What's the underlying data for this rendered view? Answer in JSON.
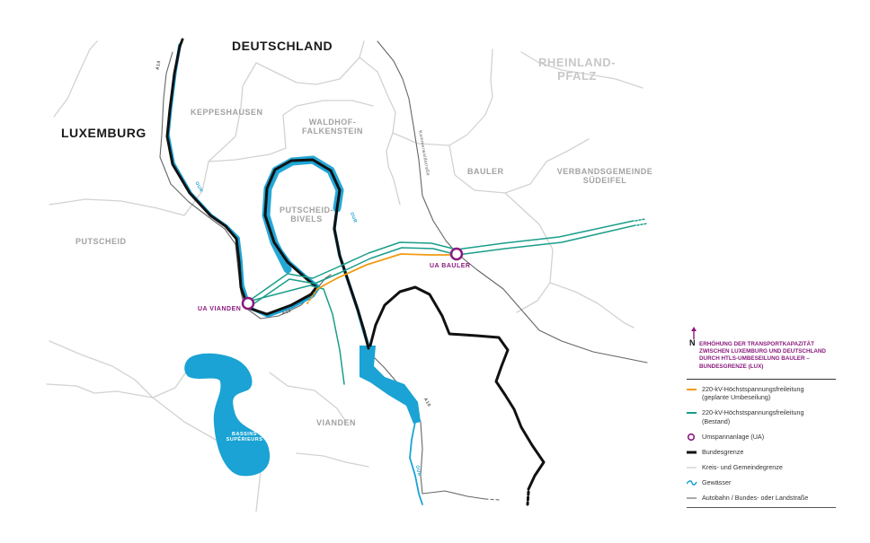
{
  "labels": {
    "deutschland": "DEUTSCHLAND",
    "luxemburg": "LUXEMBURG",
    "rheinland_pfalz": "RHEINLAND-\nPFALZ",
    "keppeshausen": "KEPPESHAUSEN",
    "waldhof": "WALDHOF-\nFALKENSTEIN",
    "bauler": "BAULER",
    "vg_suedeifel": "VERBANDSGEMEINDE\nSÜDEIFEL",
    "putscheid": "PUTSCHEID",
    "putscheid_bivels": "PUTSCHEID-\nBIVELS",
    "vianden": "VIANDEN",
    "ua_vianden": "UA VIANDEN",
    "ua_bauler": "UA BAULER",
    "bassins": "BASSINS\nSUPÉRIEURS",
    "our_1": "OUR",
    "our_2": "OUR",
    "our_3": "OUR",
    "a10_1": "A10",
    "a10_2": "A10",
    "a10_3": "A10",
    "kammerwaldstrasse": "Kammerwaldstraße"
  },
  "legend": {
    "north": "N",
    "title": "ERHÖHUNG DER TRANSPORTKAPAZITÄT ZWISCHEN LUXEMBURG UND DEUTSCHLAND DURCH HTLS-UMBESEILUNG BAULER – BUNDESGRENZE (LUX)",
    "items": [
      {
        "text": "220-kV-Höchstspannungsfreileitung\n(geplante Umbeseilung)",
        "symbol": "orange-line"
      },
      {
        "text": "220-kV-Höchstspannungsfreileitung\n(Bestand)",
        "symbol": "teal-line"
      },
      {
        "text": "Umspannanlage (UA)",
        "symbol": "purple-circle"
      },
      {
        "text": "Bundesgrenze",
        "symbol": "black-line"
      },
      {
        "text": "Kreis- und Gemeindegrenze",
        "symbol": "grey-line"
      },
      {
        "text": "Gewässer",
        "symbol": "blue-wave"
      },
      {
        "text": "Autobahn / Bundes- oder Landstraße",
        "symbol": "dark-line"
      }
    ]
  },
  "colors": {
    "water": "#1aa3d4",
    "planned_line": "#f29b13",
    "existing_line": "#1a9e8a",
    "substation": "#8a1a7d",
    "border": "#111111",
    "municipal_border": "#d2d2d2",
    "road": "#666666"
  }
}
